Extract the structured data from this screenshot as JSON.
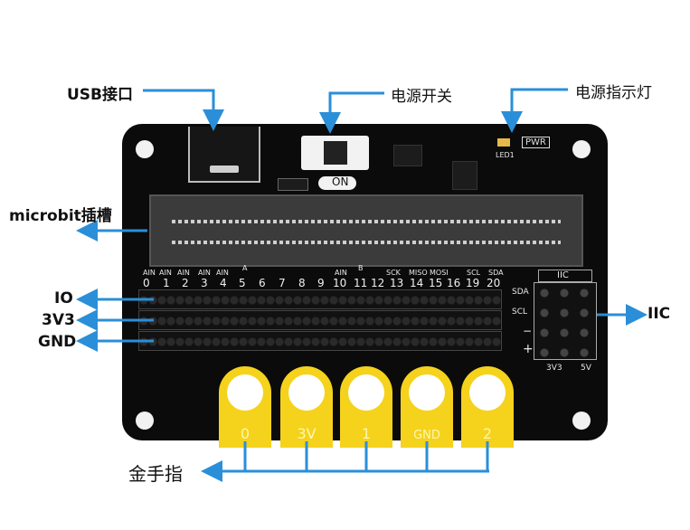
{
  "callouts": {
    "usb": "USB接口",
    "power_switch": "电源开关",
    "power_led": "电源指示灯",
    "microbit_slot": "microbit插槽",
    "io": "IO",
    "v33": "3V3",
    "gnd": "GND",
    "iic": "IIC",
    "gold_finger": "金手指"
  },
  "board": {
    "switch_on": "ON",
    "pwr": "PWR",
    "led1": "LED1",
    "iic_title": "IIC",
    "iic_labels": [
      "SDA",
      "SCL",
      "−",
      "+"
    ],
    "iic_bottom": [
      "3V3",
      "5V"
    ],
    "pin_header_labels": [
      "AIN",
      "AIN",
      "AIN",
      "AIN",
      "AIN",
      "A",
      "B",
      "AIN",
      "SCK",
      "MISO",
      "MOSI",
      "SCL",
      "SDA"
    ],
    "pins": [
      "0",
      "1",
      "2",
      "3",
      "4",
      "5",
      "6",
      "7",
      "8",
      "9",
      "10",
      "11",
      "12",
      "13",
      "14",
      "15",
      "16",
      "19",
      "20"
    ],
    "fingers": [
      "0",
      "3V",
      "1",
      "GND",
      "2"
    ]
  },
  "colors": {
    "board": "#0b0b0b",
    "finger": "#f5d21c",
    "arrow": "#2a8fd8"
  }
}
